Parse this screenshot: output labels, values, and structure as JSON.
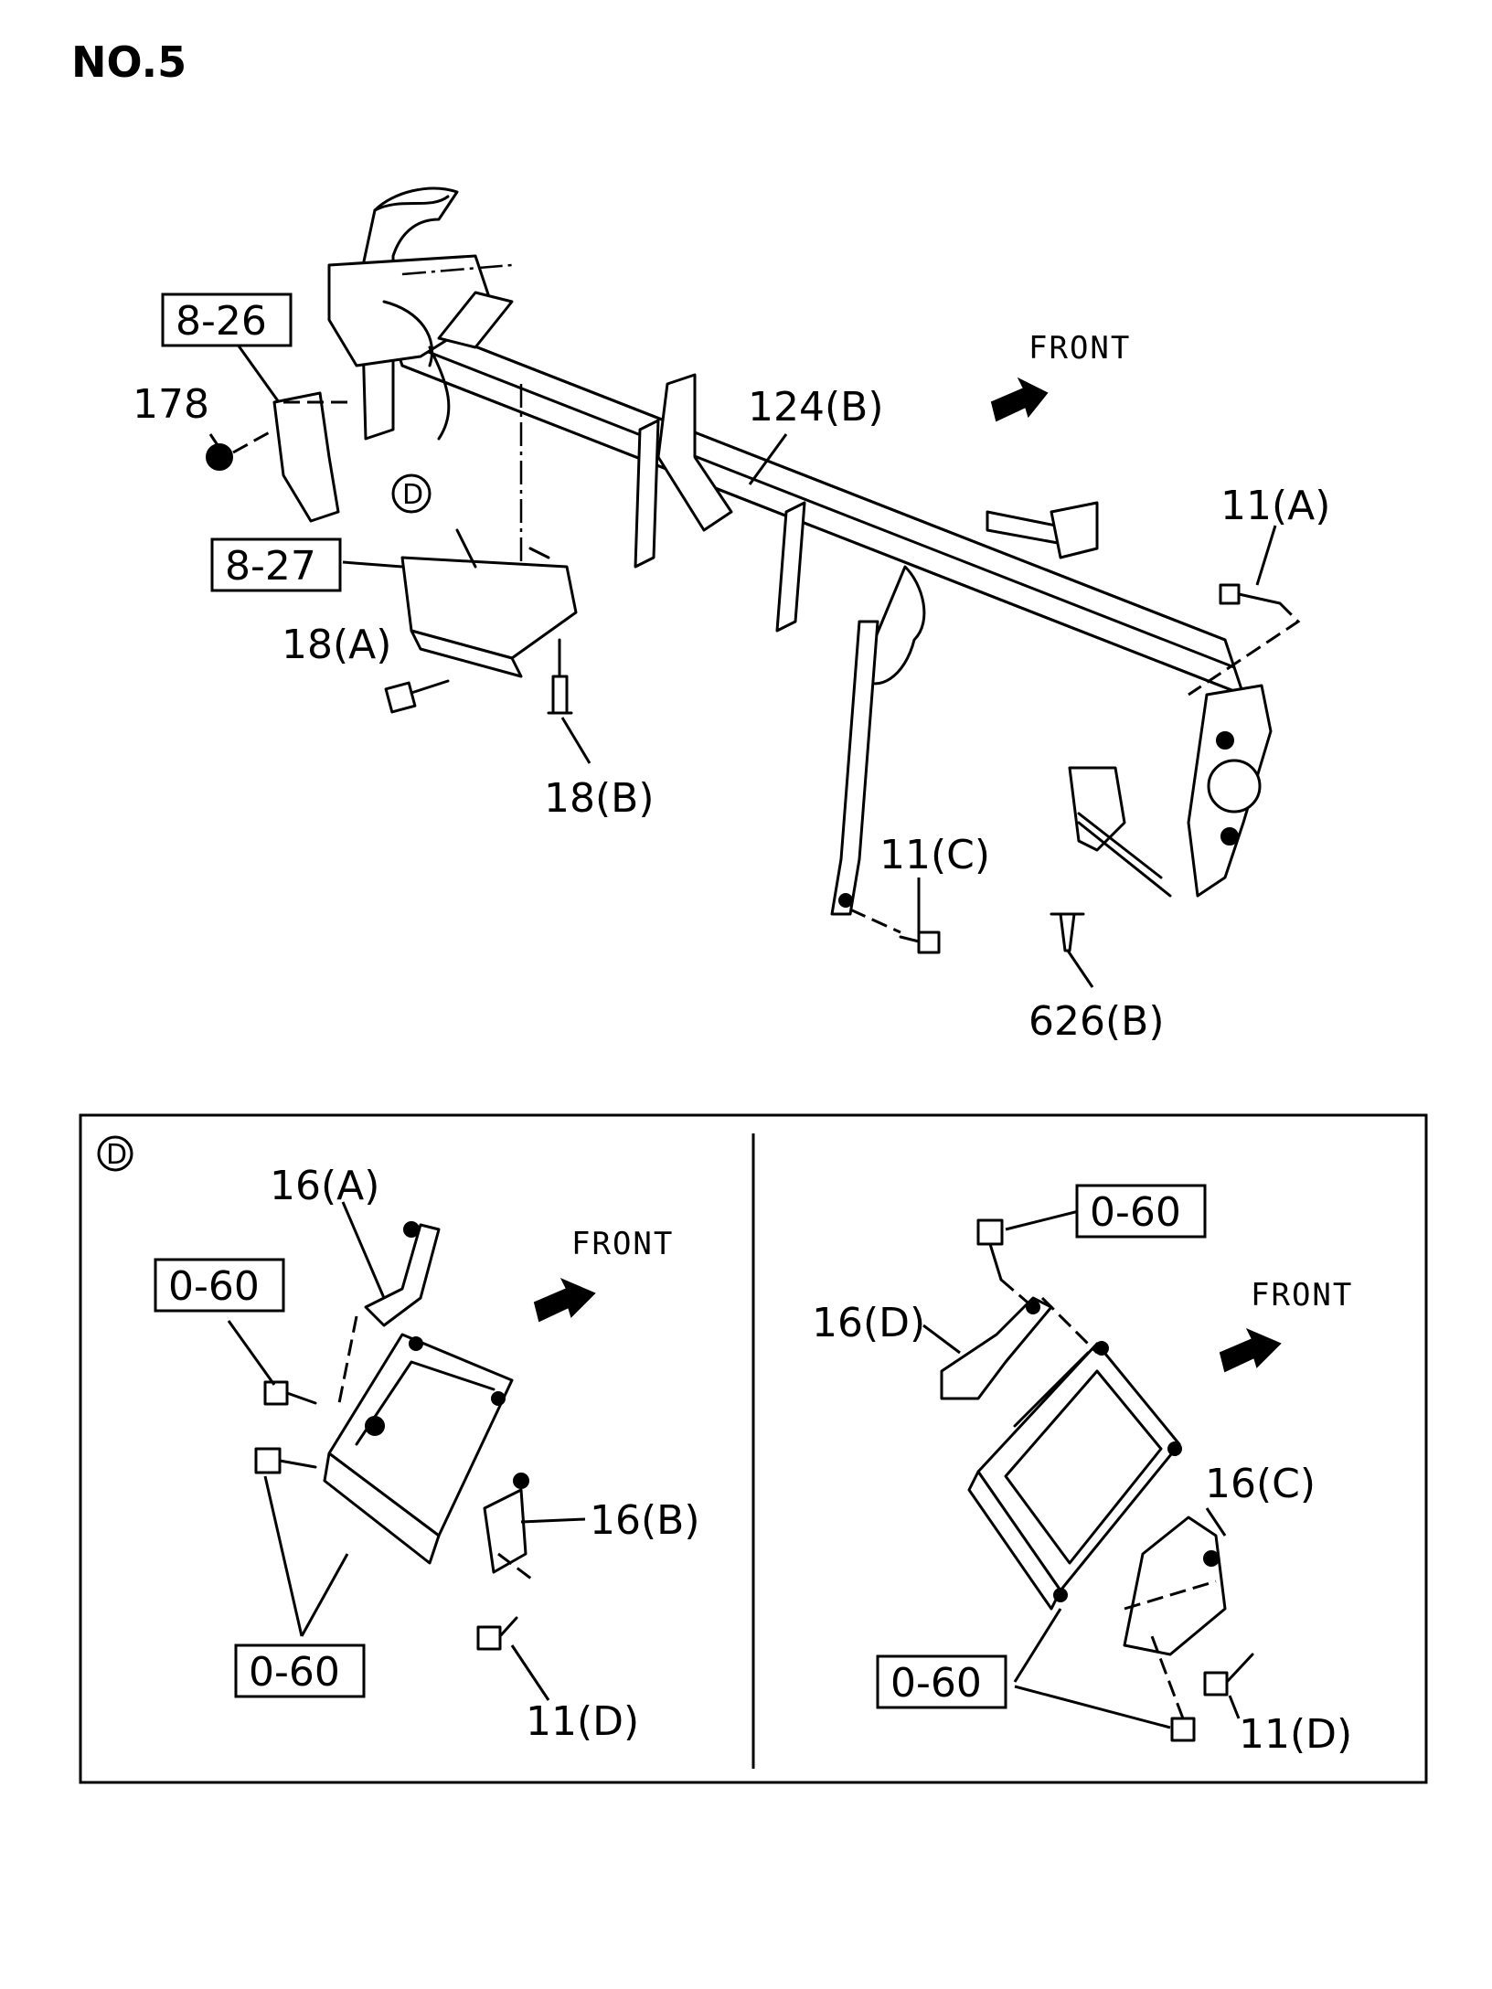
{
  "page_title": "NO.5",
  "front_label": "FRONT",
  "detail_marker": "D",
  "main_callouts": {
    "c_8_26": "8-26",
    "c_178": "178",
    "c_8_27": "8-27",
    "c_18a": "18(A)",
    "c_18b": "18(B)",
    "c_124b": "124(B)",
    "c_11a": "11(A)",
    "c_11c": "11(C)",
    "c_626b": "626(B)"
  },
  "detail_left": {
    "c_16a": "16(A)",
    "c_0_60_top": "0-60",
    "c_0_60_bottom": "0-60",
    "c_16b": "16(B)",
    "c_11d": "11(D)"
  },
  "detail_right": {
    "c_0_60_top": "0-60",
    "c_16d": "16(D)",
    "c_16c": "16(C)",
    "c_0_60_bottom": "0-60",
    "c_11d": "11(D)"
  }
}
